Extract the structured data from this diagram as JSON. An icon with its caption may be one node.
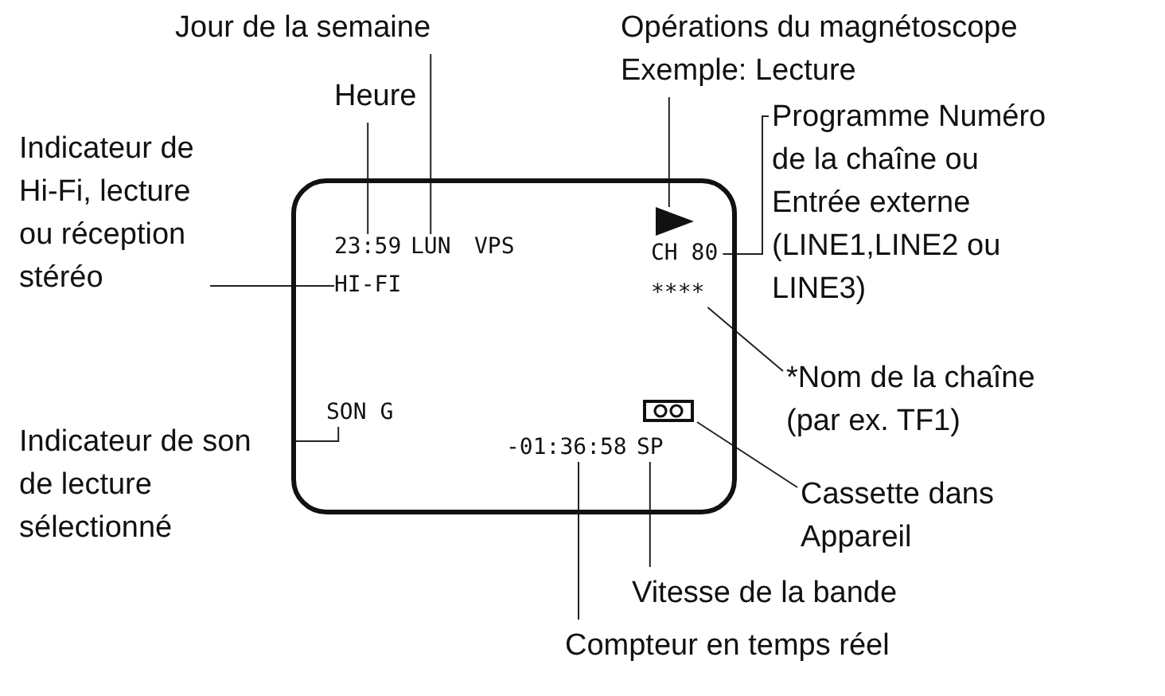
{
  "diagram": {
    "nodes": [
      {
        "text": [
          "Jour de la semaine"
        ]
      },
      {
        "text": [
          "Heure"
        ]
      },
      {
        "text": [
          "Opérations du magnétoscope",
          "Exemple: Lecture"
        ]
      },
      {
        "text": [
          "Programme Numéro de la chaîne ou Entrée externe (LINE1,LINE2 ou LINE3)"
        ]
      },
      {
        "text": [
          "Indicateur de Hi-Fi, lecture ou réception stéréo"
        ]
      },
      {
        "text": [],
        "shape": "box"
      },
      {
        "text": [
          "23:59"
        ],
        "in": 5
      },
      {
        "text": [
          "LUN"
        ],
        "in": 5
      },
      {
        "text": [],
        "shape": "triangle",
        "in": 5
      },
      {
        "text": [
          "CH 80"
        ],
        "in": 5
      },
      {
        "text": [
          "HI-FI"
        ],
        "in": 5
      },
      {
        "text": [
          "****"
        ],
        "in": 5
      },
      {
        "text": [
          "SON G"
        ],
        "in": 5
      },
      {
        "text": [],
        "shape": "cassette",
        "in": 5
      },
      {
        "text": [
          "-01:36:58"
        ],
        "in": 5
      },
      {
        "text": [
          "SP"
        ],
        "in": 5
      },
      {
        "text": [
          "*Nom de la chaîne (par ex. TF1)"
        ]
      },
      {
        "text": [
          "Indicateur de son de lecture sélectionné"
        ]
      },
      {
        "text": [
          "Cassette dans Appareil"
        ]
      },
      {
        "text": [
          "Vitesse de la bande"
        ]
      },
      {
        "text": [
          "Compteur en temps réel"
        ]
      }
    ],
    "edges": [
      {
        "from": 0,
        "to": 7,
        "arrow": "none"
      },
      {
        "from": 1,
        "to": 6,
        "arrow": "none"
      },
      {
        "from": 2,
        "to": 8,
        "arrow": "none"
      },
      {
        "from": 3,
        "to": 9,
        "arrow": "none"
      },
      {
        "from": 4,
        "to": 10,
        "arrow": "none"
      },
      {
        "from": 16,
        "to": 11,
        "arrow": "none"
      },
      {
        "from": 17,
        "to": 12,
        "arrow": "none"
      },
      {
        "from": 18,
        "to": 13,
        "arrow": "none"
      },
      {
        "from": 19,
        "to": 15,
        "arrow": "none"
      },
      {
        "from": 20,
        "to": 14,
        "arrow": "none"
      }
    ],
    "labels": [
      "VPS"
    ]
  }
}
